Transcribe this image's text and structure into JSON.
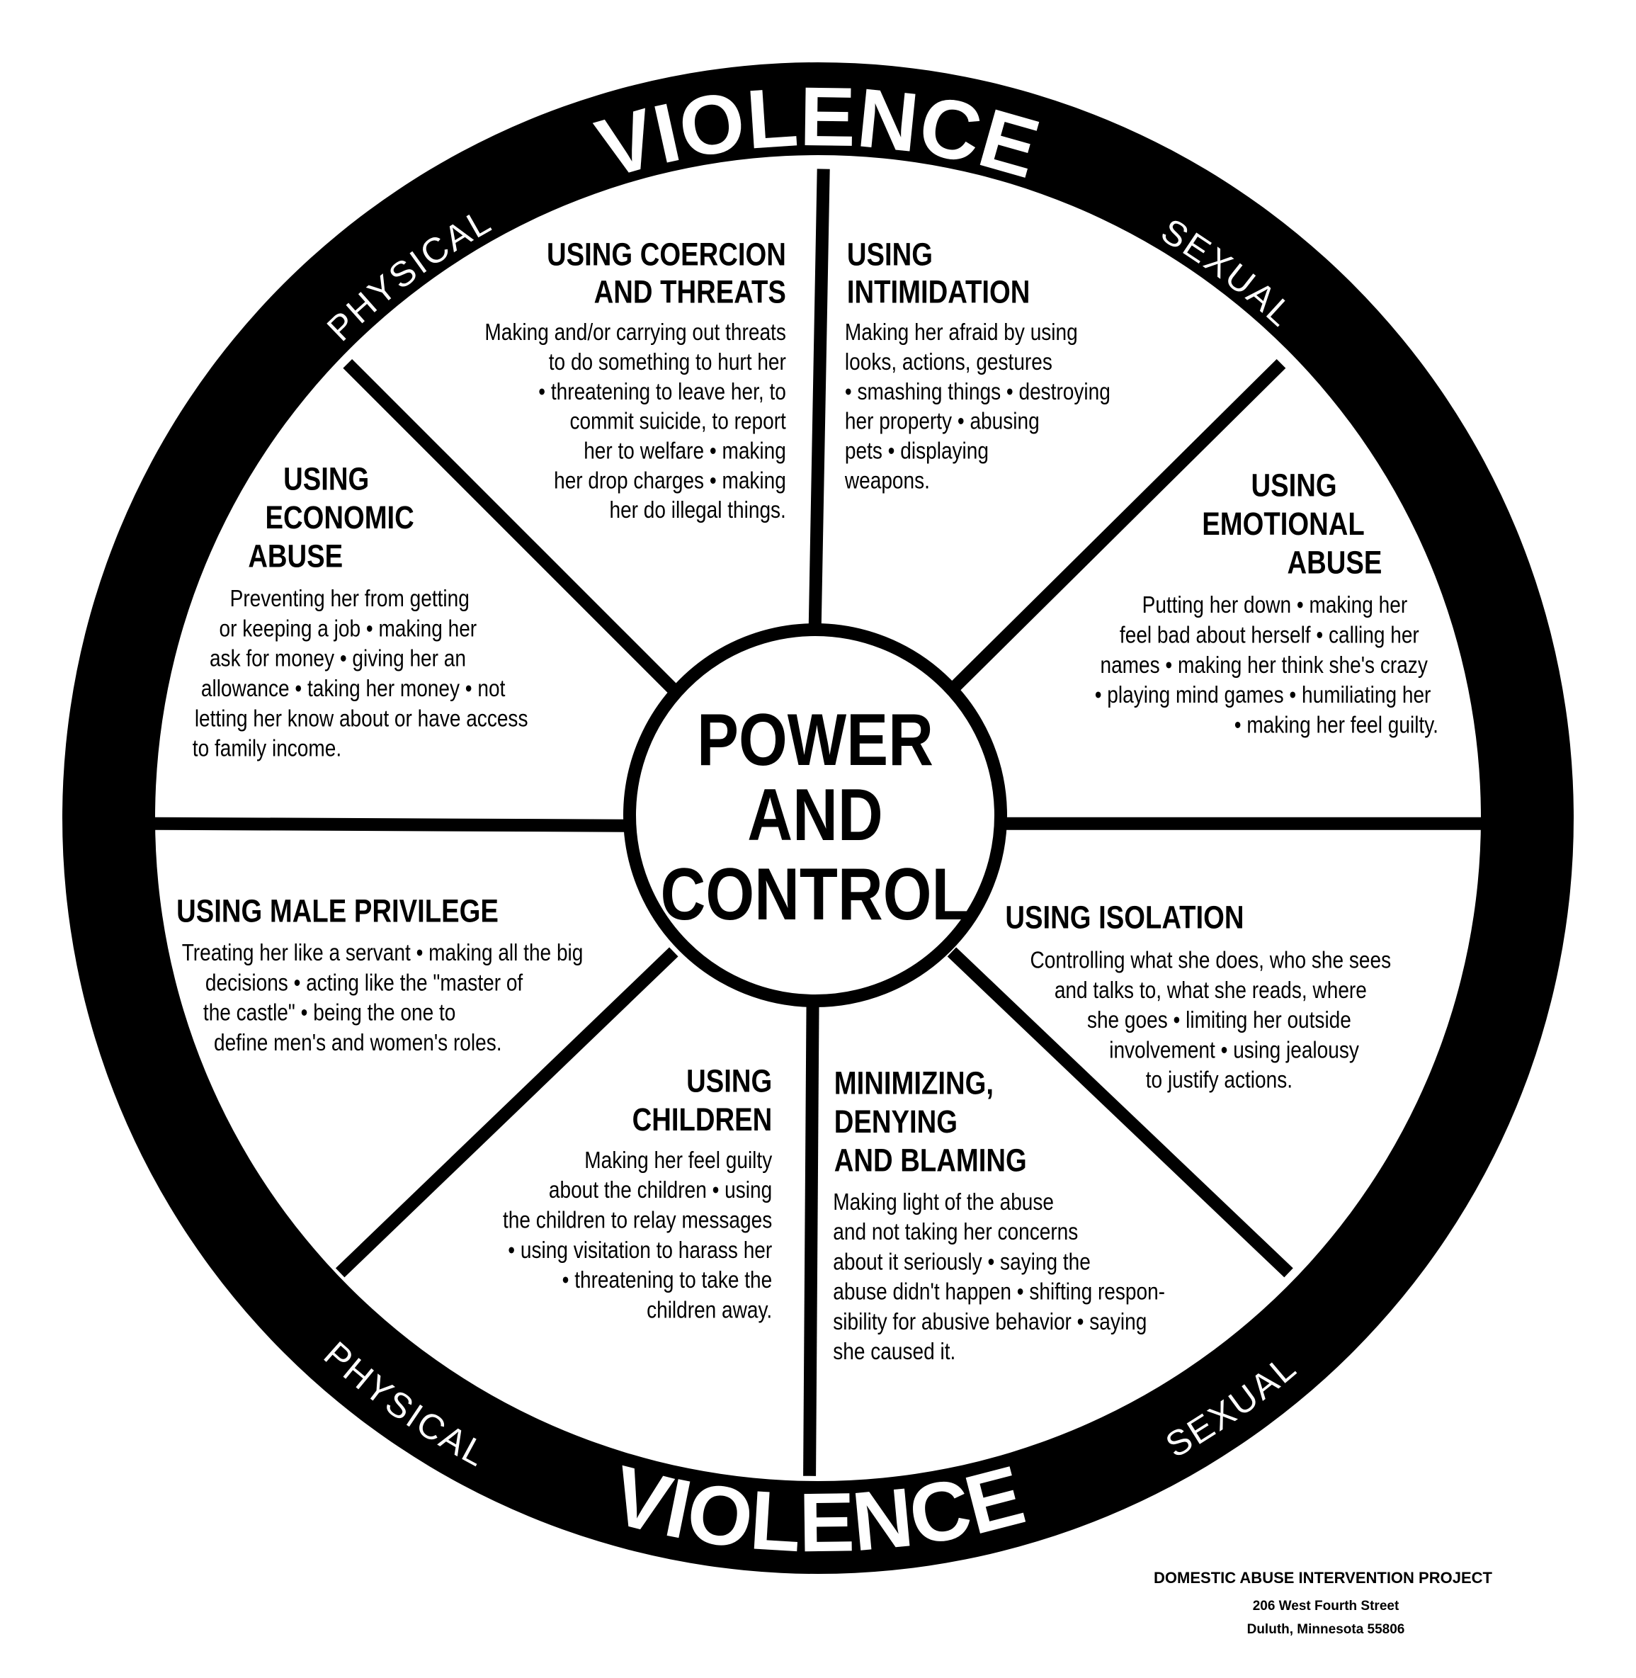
{
  "ring": {
    "top": {
      "left": "PHYSICAL",
      "center": "VIOLENCE",
      "right": "SEXUAL"
    },
    "bottom": {
      "left": "PHYSICAL",
      "center": "VIOLENCE",
      "right": "SEXUAL"
    }
  },
  "hub": {
    "lines": [
      "POWER",
      "AND",
      "CONTROL"
    ]
  },
  "sections": [
    {
      "id": "coercion",
      "heading": [
        "USING COERCION",
        "AND THREATS"
      ],
      "body": [
        "Making and/or carrying out threats",
        "to do something to hurt her",
        "• threatening to leave her, to",
        "commit suicide, to report",
        "her to welfare • making",
        "her drop charges • making",
        "her do illegal things."
      ]
    },
    {
      "id": "intimidation",
      "heading": [
        "USING",
        "INTIMIDATION"
      ],
      "body": [
        "Making her afraid by using",
        "looks, actions, gestures",
        "• smashing things • destroying",
        "her property • abusing",
        "pets • displaying",
        "weapons."
      ]
    },
    {
      "id": "emotional-abuse",
      "heading": [
        "USING",
        "EMOTIONAL",
        "ABUSE"
      ],
      "body": [
        "Putting her down • making her",
        "feel bad about herself • calling her",
        "names • making her think she's crazy",
        "• playing mind games • humiliating her",
        "• making her feel guilty."
      ]
    },
    {
      "id": "isolation",
      "heading": [
        "USING ISOLATION"
      ],
      "body": [
        "Controlling what she does, who she sees",
        "and talks to, what she reads, where",
        "she goes • limiting her outside",
        "involvement • using jealousy",
        "to justify actions."
      ]
    },
    {
      "id": "minimizing",
      "heading": [
        "MINIMIZING,",
        "DENYING",
        "AND BLAMING"
      ],
      "body": [
        "Making light of the abuse",
        "and not taking her concerns",
        "about it seriously • saying the",
        "abuse didn't happen • shifting respon-",
        "sibility for abusive behavior • saying",
        "she caused it."
      ]
    },
    {
      "id": "children",
      "heading": [
        "USING",
        "CHILDREN"
      ],
      "body": [
        "Making her feel guilty",
        "about the children • using",
        "the children to relay messages",
        "• using visitation to harass her",
        "• threatening to take the",
        "children away."
      ]
    },
    {
      "id": "male-privilege",
      "heading": [
        "USING MALE PRIVILEGE"
      ],
      "body": [
        "Treating her like a servant • making all the big",
        "decisions • acting like the \"master of",
        "the castle\" • being the one to",
        "define men's and women's roles."
      ]
    },
    {
      "id": "economic-abuse",
      "heading": [
        "USING",
        "ECONOMIC",
        "ABUSE"
      ],
      "body": [
        "Preventing her from getting",
        "or keeping a job • making her",
        "ask for money • giving her an",
        "allowance • taking her money • not",
        "letting her know about or have access",
        "to family income."
      ]
    }
  ],
  "footer": {
    "org": "DOMESTIC ABUSE INTERVENTION PROJECT",
    "address1": "206 West Fourth Street",
    "address2": "Duluth, Minnesota 55806"
  },
  "colors": {
    "ink": "#000000",
    "paper": "#ffffff"
  }
}
